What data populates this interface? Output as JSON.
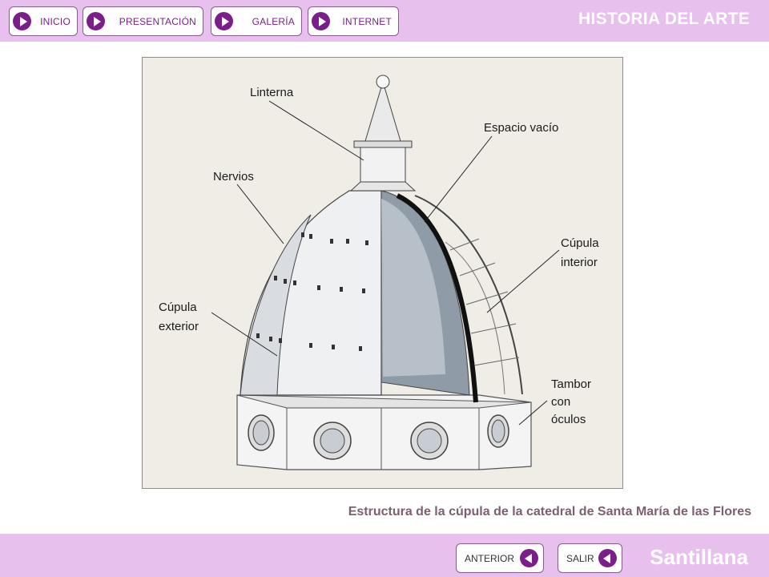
{
  "header": {
    "nav": [
      {
        "label": "INICIO"
      },
      {
        "label": "PRESENTACIÓN"
      },
      {
        "label": "GALERÍA"
      },
      {
        "label": "INTERNET"
      }
    ],
    "title": "HISTORIA DEL ARTE"
  },
  "figure": {
    "labels": {
      "linterna": "Linterna",
      "espacio": "Espacio vacío",
      "nervios": "Nervios",
      "cupula_int_1": "Cúpula",
      "cupula_int_2": "interior",
      "cupula_ext_1": "Cúpula",
      "cupula_ext_2": "exterior",
      "tambor_1": "Tambor",
      "tambor_2": "con",
      "tambor_3": "óculos"
    }
  },
  "caption": "Estructura de la cúpula de la catedral de Santa María de las Flores",
  "footer": {
    "prev_label": "ANTERIOR",
    "exit_label": "SALIR",
    "brand": "Santillana"
  },
  "colors": {
    "bar": "#e8c0ee",
    "accent": "#7a1f8a"
  }
}
